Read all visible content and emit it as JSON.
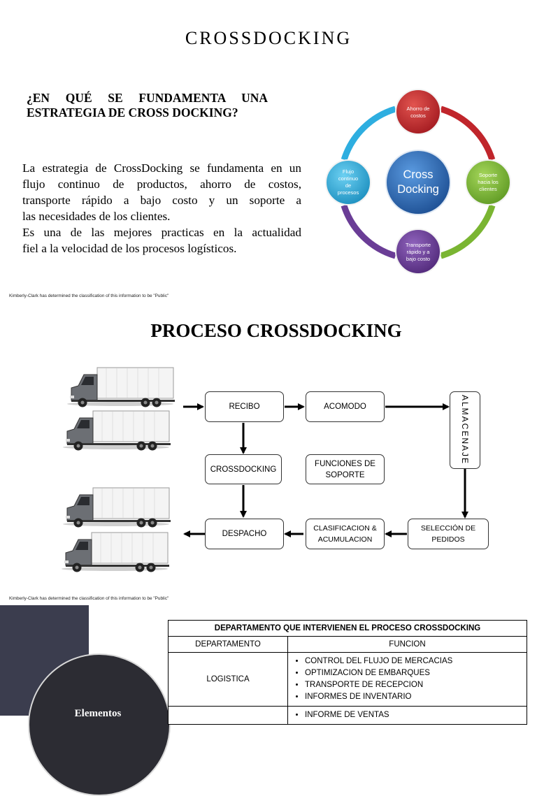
{
  "slide1": {
    "title": "CROSSDOCKING",
    "question_line1": "¿EN QUÉ SE FUNDAMENTA UNA",
    "question_line2": "ESTRATEGIA DE CROSS DOCKING?",
    "body_lines": [
      "La estrategia de CrossDocking se fundamenta en un",
      "flujo continuo de productos, ahorro de costos,",
      "transporte rápido a bajo costo y un soporte a",
      "las necesidades de los clientes.",
      "Es una de las mejores practicas en la actualidad",
      "fiel a la velocidad de los procesos logísticos."
    ],
    "diagram": {
      "center": [
        "Cross",
        "Docking"
      ],
      "top": [
        "Ahorro de",
        "costos"
      ],
      "right": [
        "Soporte",
        "hacia los",
        "clientes"
      ],
      "bottom": [
        "Transporte",
        "rápido y a",
        "bajo costo"
      ],
      "left": [
        "Flujo",
        "continuo",
        "de",
        "procesos"
      ],
      "colors": {
        "top": "#c0252b",
        "right": "#7ab532",
        "bottom": "#6a3d96",
        "left": "#2eaee0",
        "center": "#2a6bb6"
      }
    },
    "disclaimer": "Kimberly-Clark has determined the classification of this information to be \"Public\""
  },
  "slide2": {
    "title": "PROCESO CROSSDOCKING",
    "boxes": {
      "recibo": "RECIBO",
      "acomodo": "ACOMODO",
      "almacenaje": "ALMACENAJE",
      "crossdocking": "CROSSDOCKING",
      "funciones_1": "FUNCIONES DE",
      "funciones_2": "SOPORTE",
      "despacho": "DESPACHO",
      "clasificacion_1": "CLASIFICACION &",
      "clasificacion_2": "ACUMULACION",
      "seleccion_1": "SELECCIÓN DE",
      "seleccion_2": "PEDIDOS"
    },
    "disclaimer": "Kimberly-Clark has determined the classification of this information to be \"Public\""
  },
  "slide3": {
    "circle_label": "Elementos",
    "table": {
      "title": "DEPARTAMENTO QUE INTERVIENEN EL PROCESO CROSSDOCKING",
      "col1": "DEPARTAMENTO",
      "col2": "FUNCION",
      "rows": [
        {
          "dept": "LOGISTICA",
          "functions": [
            "CONTROL DEL FLUJO DE MERCACIAS",
            "OPTIMIZACION DE EMBARQUES",
            "TRANSPORTE DE RECEPCION",
            "INFORMES DE INVENTARIO"
          ]
        },
        {
          "dept": "",
          "functions": [
            "INFORME DE VENTAS"
          ]
        }
      ]
    }
  }
}
